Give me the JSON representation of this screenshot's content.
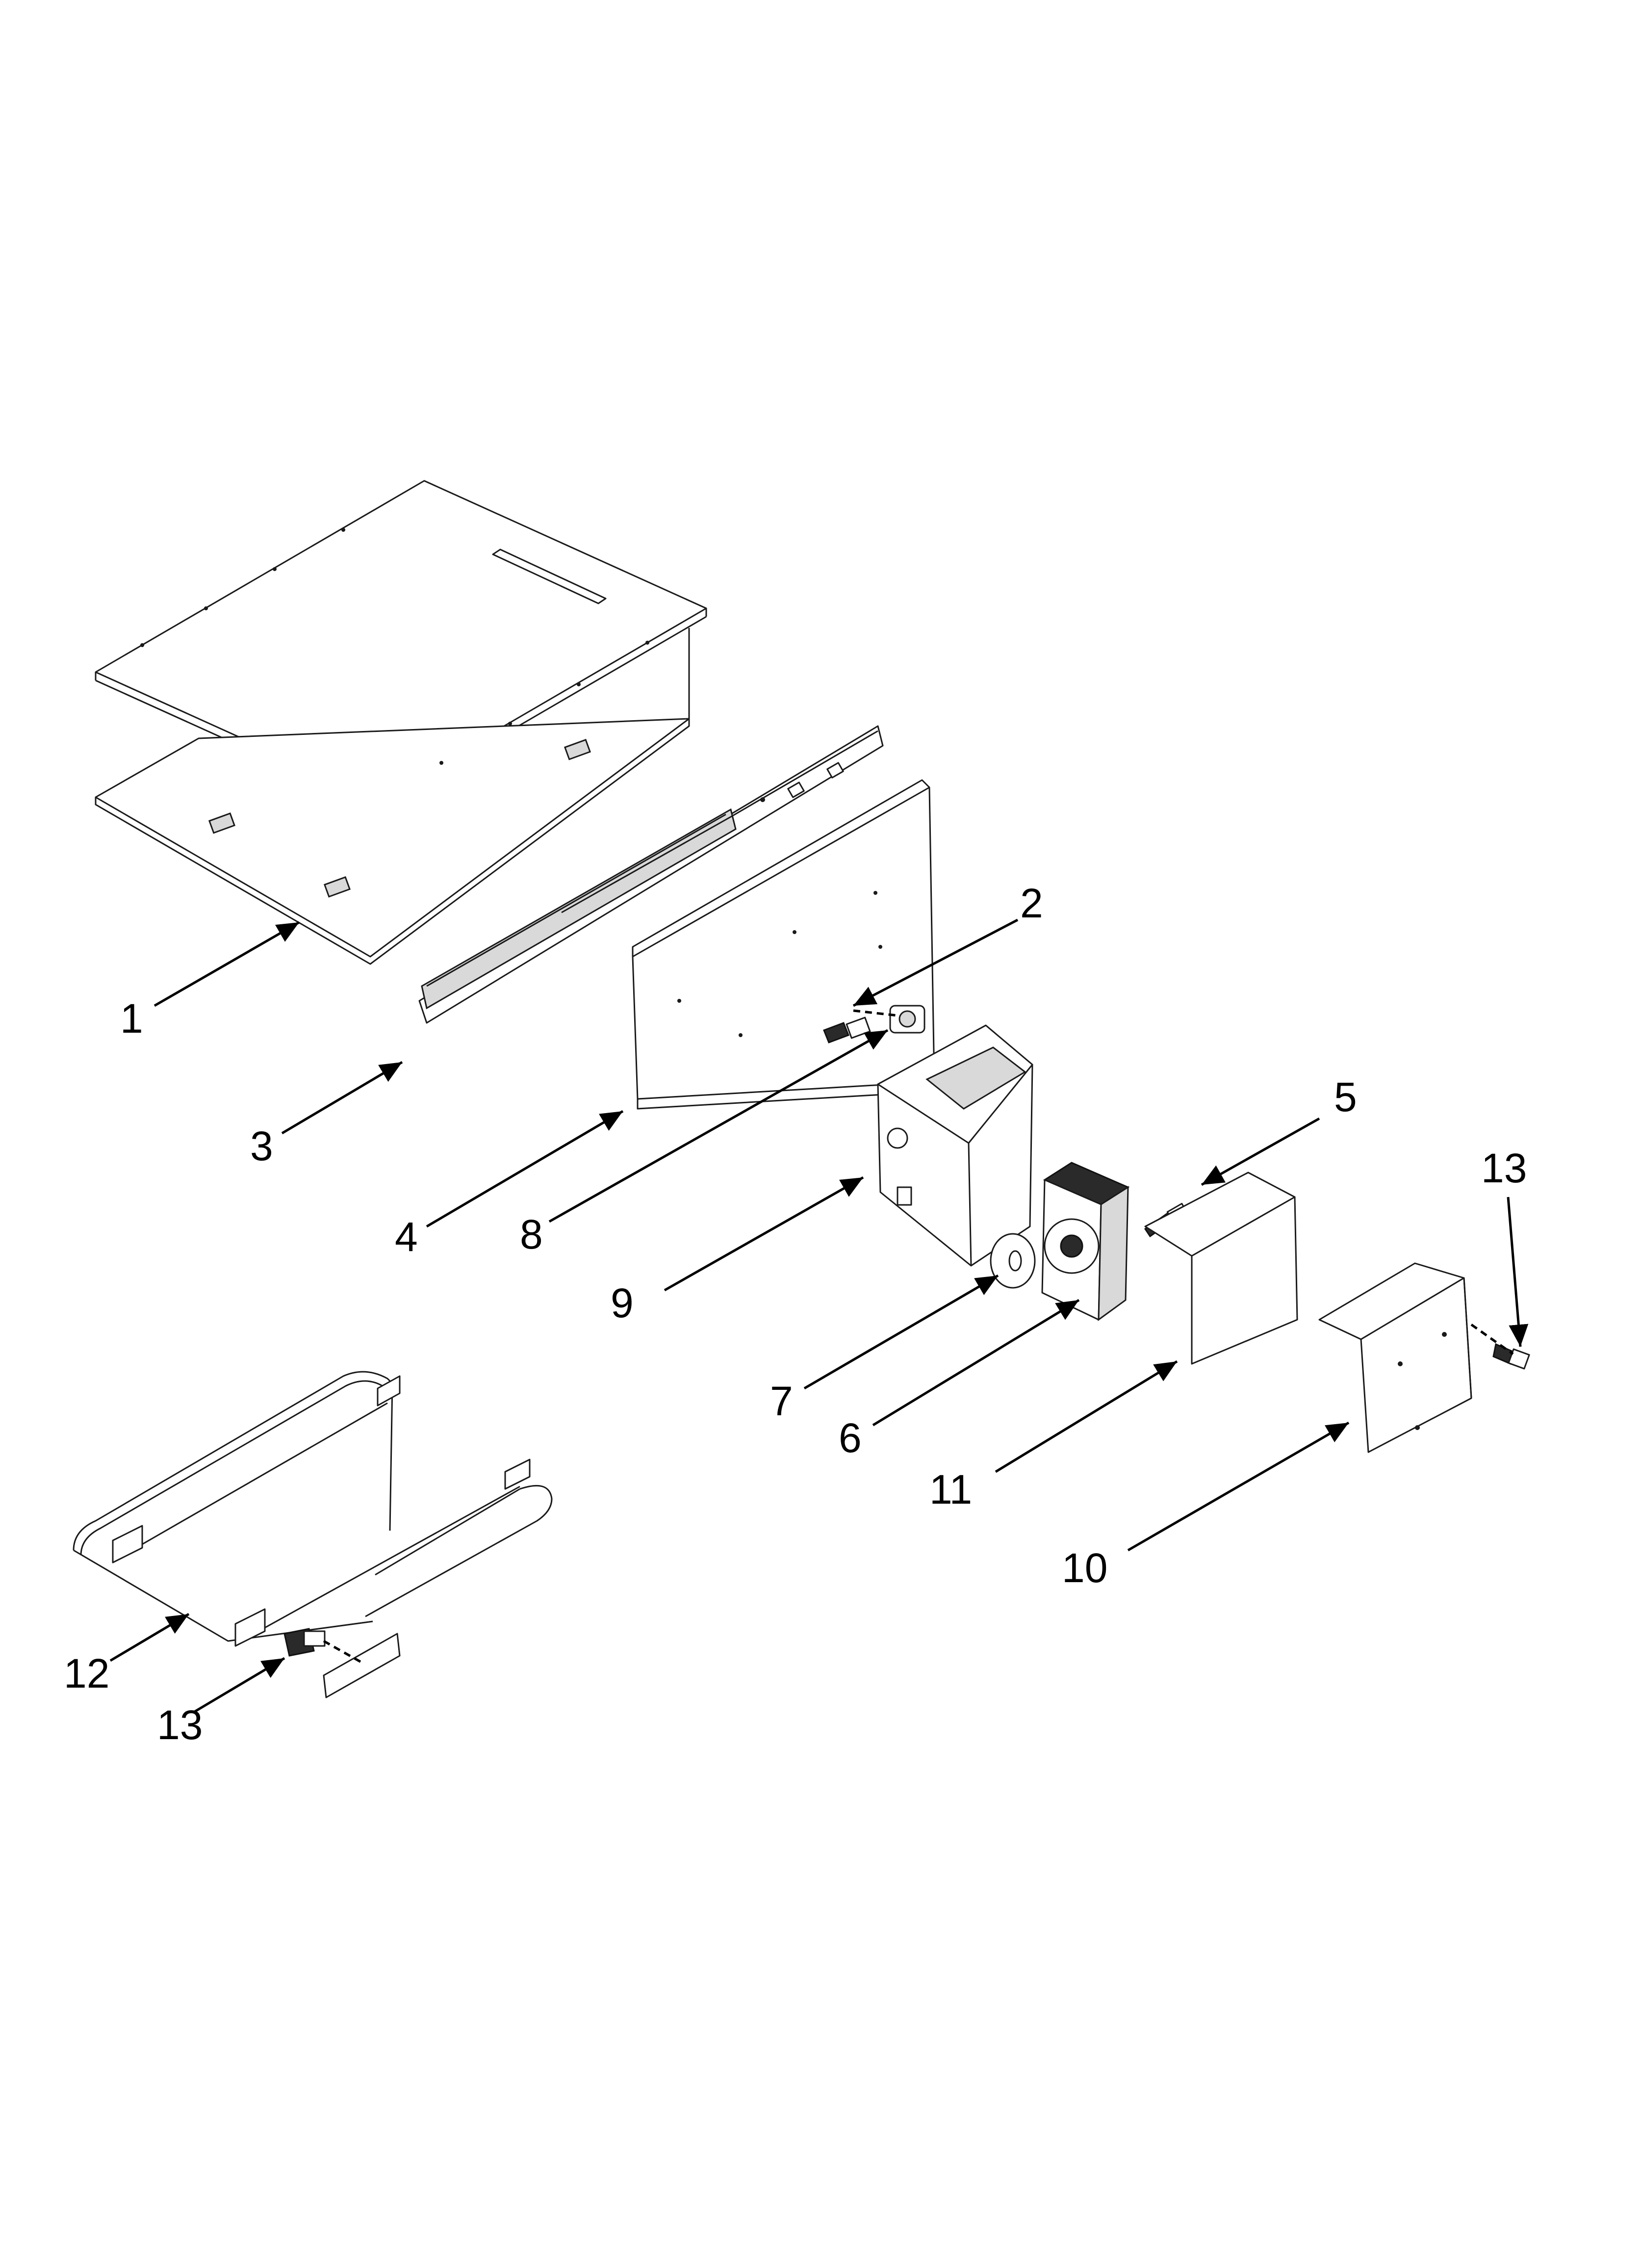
{
  "diagram": {
    "callouts": [
      {
        "id": "c1",
        "label": "1"
      },
      {
        "id": "c2",
        "label": "2"
      },
      {
        "id": "c3",
        "label": "3"
      },
      {
        "id": "c4",
        "label": "4"
      },
      {
        "id": "c5",
        "label": "5"
      },
      {
        "id": "c6",
        "label": "6"
      },
      {
        "id": "c7",
        "label": "7"
      },
      {
        "id": "c8",
        "label": "8"
      },
      {
        "id": "c9",
        "label": "9"
      },
      {
        "id": "c10",
        "label": "10"
      },
      {
        "id": "c11",
        "label": "11"
      },
      {
        "id": "c12",
        "label": "12"
      },
      {
        "id": "c13a",
        "label": "13"
      },
      {
        "id": "c13b",
        "label": "13"
      }
    ],
    "colors": {
      "line": "#1a1a1a",
      "background": "#ffffff",
      "shade": "#d9d9d9"
    }
  }
}
